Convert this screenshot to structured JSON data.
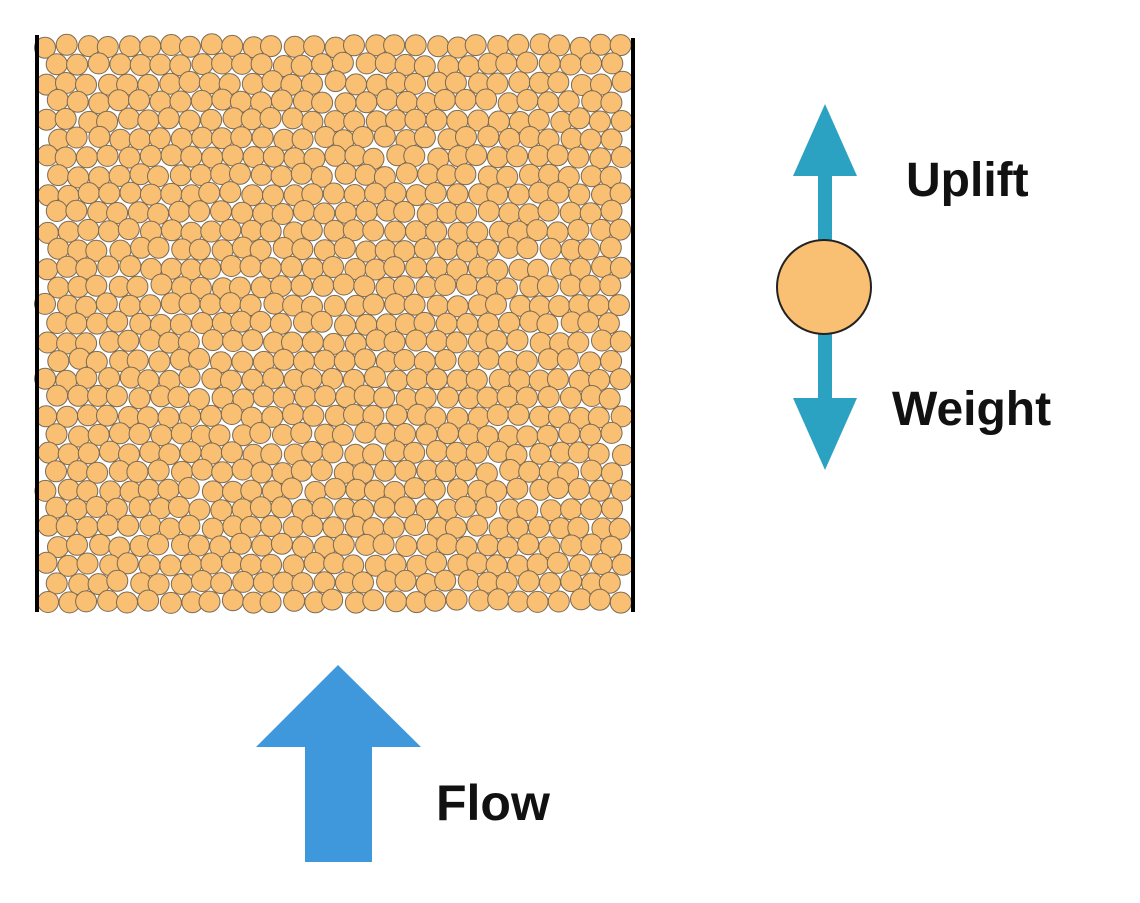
{
  "labels": {
    "uplift": "Uplift",
    "weight": "Weight",
    "flow": "Flow"
  },
  "colors": {
    "particle_fill": "#F9BF72",
    "particle_stroke": "#7a6a55",
    "wall": "#000000",
    "force_arrow": "#2CA2C2",
    "flow_arrow": "#3F97DC",
    "background": "#FFFFFF"
  }
}
